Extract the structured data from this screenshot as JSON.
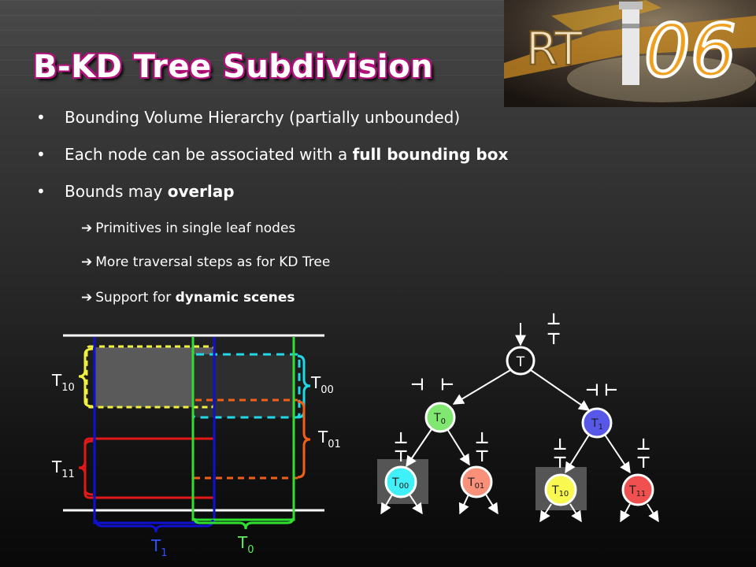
{
  "slide": {
    "title": "B-KD Tree Subdivision",
    "logo_text_left": "RT",
    "logo_text_right": "06",
    "bullets": [
      {
        "text": "Bounding Volume Hierarchy (partially unbounded)"
      },
      {
        "pre": "Each node can be associated with a ",
        "bold": "full bounding box"
      },
      {
        "pre": "Bounds may ",
        "bold": "overlap"
      }
    ],
    "sub_bullets": [
      {
        "text": "Primitives in single leaf nodes"
      },
      {
        "text": "More traversal steps as for KD Tree"
      },
      {
        "pre": "Support for ",
        "bold": "dynamic scenes"
      }
    ],
    "bullet_glyph": "•",
    "arrow_glyph": "➔"
  },
  "diagram": {
    "labels": {
      "T10": {
        "main": "T",
        "sub": "10"
      },
      "T11": {
        "main": "T",
        "sub": "11"
      },
      "T00": {
        "main": "T",
        "sub": "00"
      },
      "T01": {
        "main": "T",
        "sub": "01"
      },
      "T1": {
        "main": "T",
        "sub": "1"
      },
      "T0": {
        "main": "T",
        "sub": "0"
      }
    },
    "colors": {
      "blue": "#1010d0",
      "green": "#30e030",
      "yellow": "#f0f040",
      "cyan": "#20d8e8",
      "red": "#e01818",
      "orange": "#f06018"
    }
  },
  "tree": {
    "root": {
      "main": "T",
      "sub": ""
    },
    "nodes": [
      {
        "main": "T",
        "sub": "0"
      },
      {
        "main": "T",
        "sub": "1"
      },
      {
        "main": "T",
        "sub": "00"
      },
      {
        "main": "T",
        "sub": "01"
      },
      {
        "main": "T",
        "sub": "10"
      },
      {
        "main": "T",
        "sub": "11"
      }
    ],
    "node_colors": {
      "root": "#ffffff",
      "T0": "#80e870",
      "T1": "#5858e8",
      "T00": "#40f0f8",
      "T01": "#f8907a",
      "T10": "#f8f850",
      "T11": "#f05050"
    },
    "interval_glyphs": {
      "top": "⊥",
      "bottom": "⊤"
    }
  }
}
